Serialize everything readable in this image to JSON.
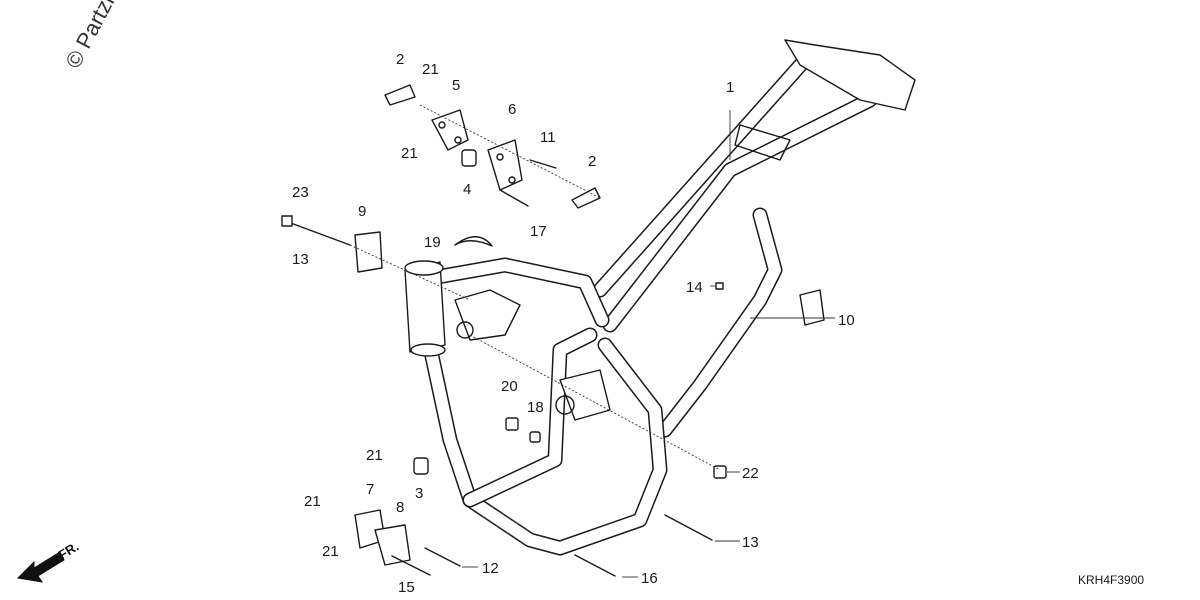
{
  "watermark": "© Partzilla",
  "diagram_code": "KRH4F3900",
  "direction_label": "FR.",
  "callouts": [
    {
      "id": "c1",
      "label": "1"
    },
    {
      "id": "c2a",
      "label": "2"
    },
    {
      "id": "c2b",
      "label": "2"
    },
    {
      "id": "c3",
      "label": "3"
    },
    {
      "id": "c4",
      "label": "4"
    },
    {
      "id": "c5",
      "label": "5"
    },
    {
      "id": "c6",
      "label": "6"
    },
    {
      "id": "c7",
      "label": "7"
    },
    {
      "id": "c8",
      "label": "8"
    },
    {
      "id": "c9",
      "label": "9"
    },
    {
      "id": "c10",
      "label": "10"
    },
    {
      "id": "c11",
      "label": "11"
    },
    {
      "id": "c12",
      "label": "12"
    },
    {
      "id": "c13a",
      "label": "13"
    },
    {
      "id": "c13b",
      "label": "13"
    },
    {
      "id": "c14",
      "label": "14"
    },
    {
      "id": "c15",
      "label": "15"
    },
    {
      "id": "c16",
      "label": "16"
    },
    {
      "id": "c17",
      "label": "17"
    },
    {
      "id": "c18",
      "label": "18"
    },
    {
      "id": "c19",
      "label": "19"
    },
    {
      "id": "c20",
      "label": "20"
    },
    {
      "id": "c21a",
      "label": "21"
    },
    {
      "id": "c21b",
      "label": "21"
    },
    {
      "id": "c21c",
      "label": "21"
    },
    {
      "id": "c21d",
      "label": "21"
    },
    {
      "id": "c21e",
      "label": "21"
    },
    {
      "id": "c22",
      "label": "22"
    },
    {
      "id": "c23",
      "label": "23"
    }
  ]
}
